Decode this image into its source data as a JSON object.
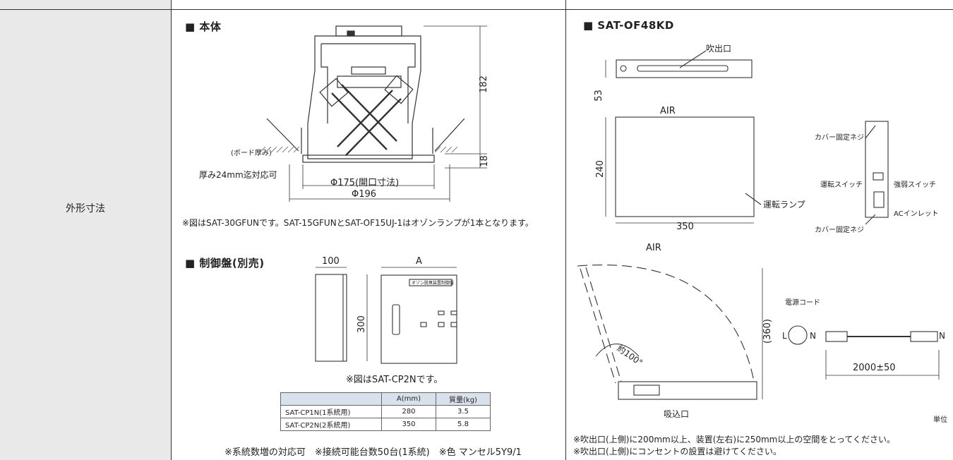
{
  "row_label": "外形寸法",
  "main_unit": {
    "heading": "■ 本体",
    "dim_height": "182",
    "dim_flange": "18",
    "board_label": "(ボード厚み)",
    "board_note": "厚み24mm迄対応可",
    "dim_opening": "Φ175(開口寸法)",
    "dim_outer": "Φ196",
    "note": "※図はSAT-30GFUNです。SAT-15GFUNとSAT-OF15UJ-1はオゾンランプが1本となります。"
  },
  "control_panel": {
    "heading": "■ 制御盤(別売)",
    "dim_depth": "100",
    "dim_width": "A",
    "dim_height": "300",
    "panel_label": "オゾン脱臭装置制御盤",
    "caption": "※図はSAT-CP2Nです。",
    "table": {
      "headers": [
        "",
        "A(mm)",
        "質量(kg)"
      ],
      "rows": [
        [
          "SAT-CP1N(1系統用)",
          "280",
          "3.5"
        ],
        [
          "SAT-CP2N(2系統用)",
          "350",
          "5.8"
        ]
      ]
    },
    "footnote": "※系統数増の対応可　※接続可能台数50台(1系統)　※色 マンセル5Y9/1"
  },
  "of48": {
    "heading": "■ SAT-OF48KD",
    "outlet": "吹出口",
    "dim_53": "53",
    "air_top": "AIR",
    "dim_240": "240",
    "lamp": "運転ランプ",
    "dim_350": "350",
    "cover_screw_top": "カバー固定ネジ",
    "run_switch": "運転スイッチ",
    "power_switch": "強弱スイッチ",
    "ac_inlet": "ACインレット",
    "cover_screw_bottom": "カバー固定ネジ",
    "air_bottom": "AIR",
    "dim_360": "(360)",
    "angle": "約100°",
    "intake": "吸込口",
    "cord_title": "電源コード",
    "plug_l": "L",
    "plug_n": "N",
    "plug_n2": "N",
    "cord_length": "2000±50",
    "unit": "単位",
    "note1": "※吹出口(上側)に200mm以上、装置(左右)に250mm以上の空間をとってください。",
    "note2": "※吹出口(上側)にコンセントの設置は避けてください。"
  }
}
